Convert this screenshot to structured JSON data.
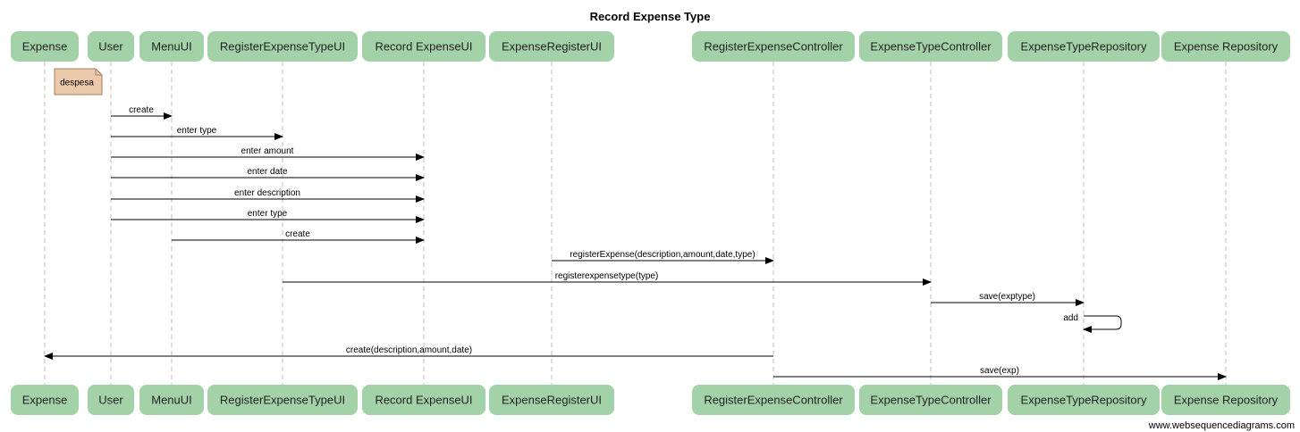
{
  "title": "Record Expense Type",
  "colors": {
    "participant_fill": "#a3d1a8",
    "note_fill": "#ebc9aa",
    "lifeline": "#bdbdbd",
    "message": "#000000"
  },
  "participants": [
    {
      "id": "expense",
      "label": "Expense"
    },
    {
      "id": "user",
      "label": "User"
    },
    {
      "id": "menuui",
      "label": "MenuUI"
    },
    {
      "id": "registerexpensetypeui",
      "label": "RegisterExpenseTypeUI"
    },
    {
      "id": "recordexpenseui",
      "label": "Record ExpenseUI"
    },
    {
      "id": "expenseregisterui",
      "label": "ExpenseRegisterUI"
    },
    {
      "id": "registerexpensecontroller",
      "label": "RegisterExpenseController"
    },
    {
      "id": "expensetypecontroller",
      "label": "ExpenseTypeController"
    },
    {
      "id": "expensetyperepository",
      "label": "ExpenseTypeRepository"
    },
    {
      "id": "expenserepository",
      "label": "Expense Repository"
    }
  ],
  "note": {
    "over": "expense",
    "text": "despesa"
  },
  "messages": [
    {
      "from": "user",
      "to": "menuui",
      "label": "create"
    },
    {
      "from": "user",
      "to": "registerexpensetypeui",
      "label": "enter type"
    },
    {
      "from": "user",
      "to": "recordexpenseui",
      "label": "enter amount"
    },
    {
      "from": "user",
      "to": "recordexpenseui",
      "label": "enter date"
    },
    {
      "from": "user",
      "to": "recordexpenseui",
      "label": "enter description"
    },
    {
      "from": "user",
      "to": "recordexpenseui",
      "label": "enter type"
    },
    {
      "from": "menuui",
      "to": "recordexpenseui",
      "label": "create"
    },
    {
      "from": "expenseregisterui",
      "to": "registerexpensecontroller",
      "label": "registerExpense(description,amount,date,type)"
    },
    {
      "from": "registerexpensetypeui",
      "to": "expensetypecontroller",
      "label": "registerexpensetype(type)"
    },
    {
      "from": "expensetypecontroller",
      "to": "expensetyperepository",
      "label": "save(exptype)"
    },
    {
      "from": "expensetyperepository",
      "to": "expensetyperepository",
      "label": "add"
    },
    {
      "from": "registerexpensecontroller",
      "to": "expense",
      "label": "create(description,amount,date)"
    },
    {
      "from": "registerexpensecontroller",
      "to": "expenserepository",
      "label": "save(exp)"
    }
  ],
  "watermark": "www.websequencediagrams.com"
}
